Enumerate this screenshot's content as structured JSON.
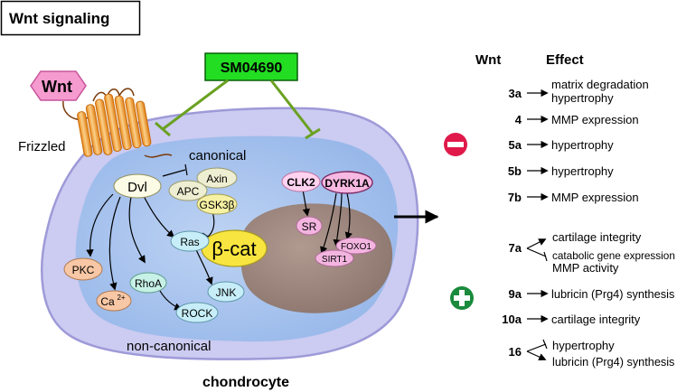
{
  "title": "Wnt signaling",
  "inhibitor": "SM04690",
  "ligand": "Wnt",
  "receptor": "Frizzled",
  "pathways": {
    "canonical": "canonical",
    "non_canonical": "non-canonical"
  },
  "cell": "chondrocyte",
  "nodes": {
    "dvl": "Dvl",
    "apc": "APC",
    "axin": "Axin",
    "gsk3b": "GSK3β",
    "bcat": "β-cat",
    "clk2": "CLK2",
    "dyrk1a": "DYRK1A",
    "sr": "SR",
    "foxo1": "FOXO1",
    "sirt1": "SIRT1",
    "pkc": "PKC",
    "ca_base": "Ca",
    "ca_sup": "2+",
    "rhoa": "RhoA",
    "ras": "Ras",
    "jnk": "JNK",
    "rock": "ROCK"
  },
  "table": {
    "col_wnt": "Wnt",
    "col_effect": "Effect",
    "rows": [
      {
        "wnt": "3a",
        "effects": [
          "matrix degradation",
          "hypertrophy"
        ]
      },
      {
        "wnt": "4",
        "effects": [
          "MMP expression"
        ]
      },
      {
        "wnt": "5a",
        "effects": [
          "hypertrophy"
        ]
      },
      {
        "wnt": "5b",
        "effects": [
          "hypertrophy"
        ]
      },
      {
        "wnt": "7b",
        "effects": [
          "MMP expression"
        ]
      },
      {
        "wnt": "7a",
        "effects": [
          "cartilage integrity",
          "catabolic gene expression",
          "MMP activity"
        ]
      },
      {
        "wnt": "9a",
        "effects": [
          "lubricin (Prg4) synthesis"
        ]
      },
      {
        "wnt": "10a",
        "effects": [
          "cartilage integrity"
        ]
      },
      {
        "wnt": "16",
        "effects": [
          "hypertrophy",
          "lubricin (Prg4) synthesis"
        ]
      }
    ]
  },
  "colors": {
    "cell_outer": "#c8c8f0",
    "cell_inner": "#a9c6ee",
    "nucleus": "#9a857e",
    "inhibitor_box": "#22dd22",
    "inhibit_line": "#6aa121",
    "wnt": "#f59bd0",
    "receptor": "#f2a33a",
    "minus": "#e0194a",
    "plus": "#1a8a3c",
    "bcat": "#f8e53f"
  }
}
